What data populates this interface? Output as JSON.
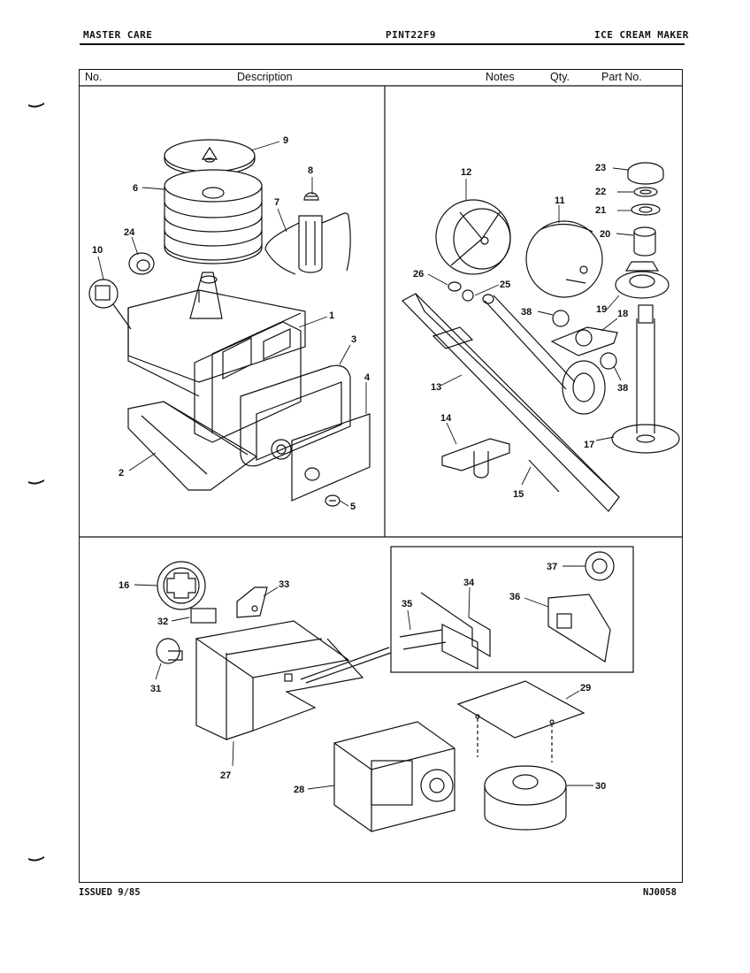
{
  "header": {
    "brand": "MASTER CARE",
    "model": "PINT22F9",
    "product": "ICE CREAM MAKER"
  },
  "table_header": {
    "no": "No.",
    "description": "Description",
    "notes": "Notes",
    "qty": "Qty.",
    "part_no": "Part No."
  },
  "footer": {
    "issued": "ISSUED 9/85",
    "code": "NJ0058"
  },
  "callouts": [
    "1",
    "2",
    "3",
    "4",
    "5",
    "6",
    "7",
    "8",
    "9",
    "10",
    "11",
    "12",
    "13",
    "14",
    "15",
    "16",
    "17",
    "18",
    "19",
    "20",
    "21",
    "22",
    "23",
    "24",
    "25",
    "26",
    "27",
    "28",
    "29",
    "30",
    "31",
    "32",
    "33",
    "34",
    "35",
    "36",
    "37",
    "38",
    "38"
  ]
}
